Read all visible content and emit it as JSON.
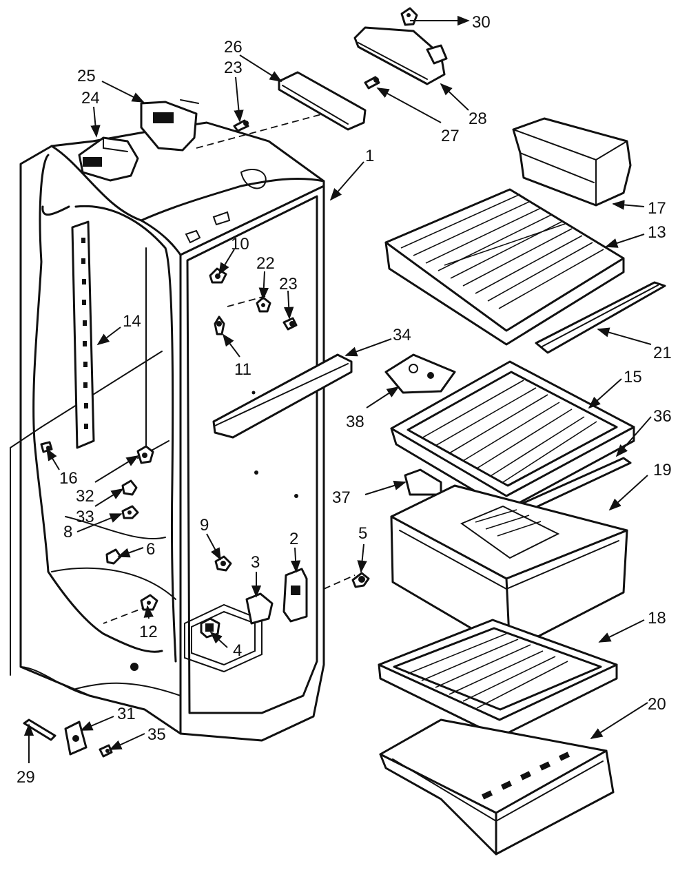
{
  "callouts": {
    "c1": "1",
    "c2": "2",
    "c3": "3",
    "c4": "4",
    "c5": "5",
    "c6": "6",
    "c8": "8",
    "c9": "9",
    "c10": "10",
    "c11": "11",
    "c12": "12",
    "c13": "13",
    "c14": "14",
    "c15": "15",
    "c16": "16",
    "c17": "17",
    "c18": "18",
    "c19": "19",
    "c20": "20",
    "c21": "21",
    "c22": "22",
    "c23a": "23",
    "c23b": "23",
    "c24": "24",
    "c25": "25",
    "c26": "26",
    "c27": "27",
    "c28": "28",
    "c29": "29",
    "c30": "30",
    "c31": "31",
    "c32": "32",
    "c33": "33",
    "c34": "34",
    "c35": "35",
    "c36": "36",
    "c37": "37",
    "c38": "38"
  },
  "colors": {
    "ink": "#111111",
    "paper": "#ffffff"
  }
}
